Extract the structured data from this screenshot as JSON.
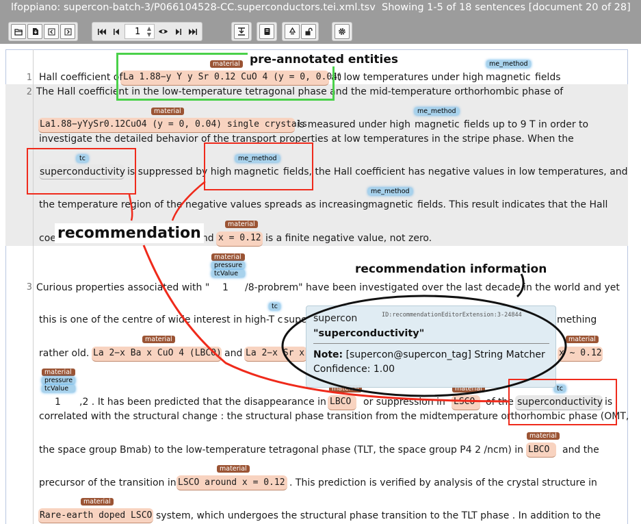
{
  "header": {
    "title": "lfoppiano: supercon-batch-3/P066104528-CC.superconductors.tei.xml.tsv",
    "status": "Showing 1-5 of 18 sentences [document 20 of 28]"
  },
  "toolbar": {
    "page_value": "1"
  },
  "lines": {
    "n1": "1",
    "n2": "2",
    "n3": "3"
  },
  "text": {
    "s1_a": "Hall coefficient of",
    "s1_mat": "La 1.88−y Y y Sr 0.12 CuO 4 (y = 0, 0.04)",
    "s1_b": "at low temperatures under high",
    "s1_mag": "magnetic",
    "s1_c": "fields",
    "s2_a": "The Hall coefficient in the low-temperature tetragonal phase and the mid-temperature orthorhombic phase of",
    "s2_mat": "La1.88−yYySr0.12CuO4 (y = 0, 0.04) single crystals",
    "s2_b": "is measured under high",
    "s2_mag": "magnetic",
    "s2_c": "fields up to 9 T in order to",
    "s2_d": "investigate the detailed behavior of the transport properties at low temperatures in the stripe phase. When the",
    "s2_tc": "superconductivity",
    "s2_e": "is suppressed by high",
    "s2_mag2": "magnetic",
    "s2_f": "fields, the Hall coefficient has negative values in low temperatures, and",
    "s2_g": "the temperature region of the negative values spreads as increasing",
    "s2_mag3": "magnetic",
    "s2_h": "fields. This result indicates that the Hall",
    "s2_i": "coe",
    "s2_j": "und",
    "s2_mat2": "x = 0.12",
    "s2_k": "is a finite negative value, not zero.",
    "s3_a": "Curious properties associated with \"",
    "s3_one": "1",
    "s3_b": "/8-probrem\" have been investigated over the last decade in the world and yet",
    "s3_c": "this is one of the centre of wide interest in high-T c",
    "s3_c2": "supe",
    "s3_c3": "mething",
    "s3_d": "rather old.",
    "s3_mat1": "La 2−x Ba x CuO 4 (LBCO)",
    "s3_e": "and",
    "s3_mat2": "La 2−x Sr x",
    "s3_mat3": "x ~ 0.12",
    "s3_one2": "1",
    "s3_f": ",2 . It has been predicted that the disappearance in",
    "s3_lbco": "LBCO",
    "s3_g": "or suppression in",
    "s3_lsco": "LSCO",
    "s3_h": "of the",
    "s3_tc": "superconductivity",
    "s3_i": "is",
    "s3_j": "correlated with the structural change : the structural phase transition from the midtemperature orthorhombic phase (OMT,",
    "s3_k": "the space group Bmab) to the low-temperature tetragonal phase (TLT, the space group P4 2 /ncm) in",
    "s3_lbco2": "LBCO",
    "s3_l": "and the",
    "s3_m": "precursor of the transition in",
    "s3_mat4": "LSCO around x = 0.12",
    "s3_n": ". This prediction is verified by analysis of the crystal structure in",
    "s3_mat5": "Rare-earth doped LSCO",
    "s3_o": "system, which undergoes the structural phase transition to the TLT phase . In addition to the"
  },
  "labels": {
    "material": "material",
    "me_method": "me_method",
    "tc": "tc",
    "pressure": "pressure",
    "tcValue": "tcValue"
  },
  "callouts": {
    "pre": "pre-annotated entities",
    "rec": "recommendation",
    "rec_info": "recommendation information"
  },
  "tooltip": {
    "id": "ID:recommendationEditorExtension:3-24844",
    "head": "supercon",
    "title": "\"superconductivity\"",
    "note_label": "Note:",
    "note_text": "[supercon@supercon_tag] String Matcher",
    "confidence": "Confidence: 1.00"
  },
  "colors": {
    "material_label": "#9b5434",
    "material_span": "#f8d3c0",
    "me_method_label": "#a8d2ec",
    "highlight_red": "#ef2a1b",
    "highlight_green": "#4ad14a",
    "topbar": "#9c9c9c"
  },
  "icons": [
    "folder-open-icon",
    "download-icon",
    "prev-doc-icon",
    "next-doc-icon",
    "first-page-icon",
    "prev-page-icon",
    "eye-icon",
    "next-page-icon",
    "last-page-icon",
    "text-format-icon",
    "book-icon",
    "recycle-icon",
    "unlock-icon",
    "gear-icon"
  ]
}
